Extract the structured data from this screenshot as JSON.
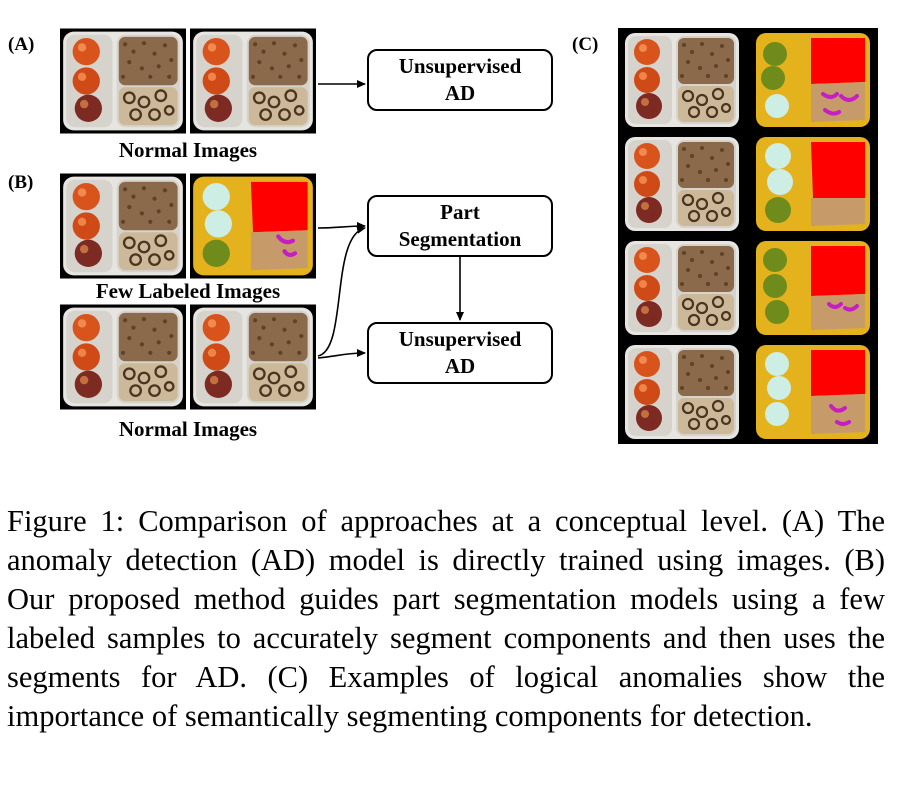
{
  "panels": {
    "a": "(A)",
    "b": "(B)",
    "c": "(C)"
  },
  "labels": {
    "normal_images_a": "Normal Images",
    "few_labeled_images": "Few Labeled Images",
    "normal_images_b": "Normal Images"
  },
  "boxes": {
    "unsupervised_ad_a": [
      "Unsupervised",
      "AD"
    ],
    "part_segmentation": [
      "Part",
      "Segmentation"
    ],
    "unsupervised_ad_b": [
      "Unsupervised",
      "AD"
    ]
  },
  "colors": {
    "background_black": "#000000",
    "segment_yellow": "#e3b21c",
    "segment_red": "#ff0000",
    "segment_tan": "#c79a6a",
    "segment_olive": "#6e8b1c",
    "segment_cyan": "#cdeee5",
    "segment_magenta": "#c41ec4"
  },
  "caption": "Figure 1: Comparison of approaches at a conceptual level. (A) The anomaly detection (AD) model is directly trained using images. (B) Our proposed method guides part segmentation models using a few labeled samples to accurately segment components and then uses the segments for AD. (C) Examples of logical anomalies show the importance of semantically segmenting components for detection."
}
